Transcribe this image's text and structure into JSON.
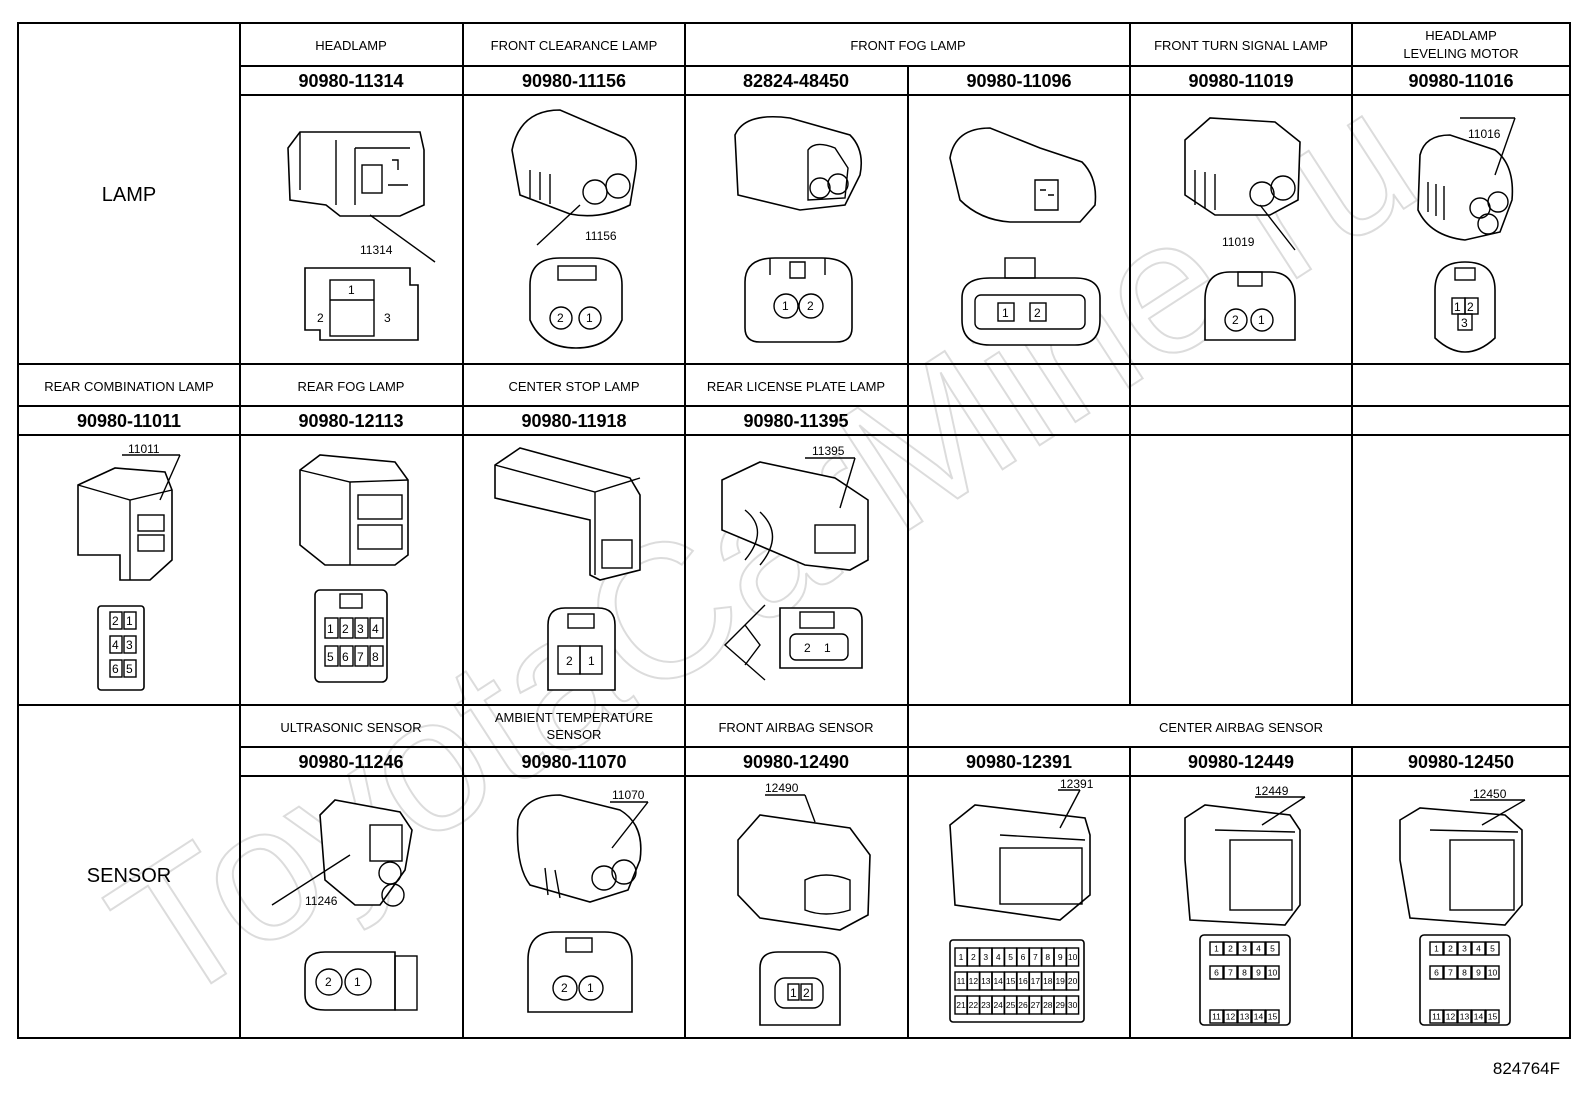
{
  "watermark": "ToyotaCarMine.ru",
  "reference_code": "824764F",
  "sections": {
    "lamp": "LAMP",
    "sensor": "SENSOR"
  },
  "row1": {
    "headers": [
      "HEADLAMP",
      "FRONT CLEARANCE LAMP",
      "FRONT FOG LAMP",
      "FRONT TURN SIGNAL LAMP",
      "HEADLAMP",
      "LEVELING MOTOR"
    ],
    "parts": [
      "90980-11314",
      "90980-11156",
      "82824-48450",
      "90980-11096",
      "90980-11019",
      "90980-11016"
    ],
    "callouts": [
      "11314",
      "11156",
      "11019",
      "11016"
    ]
  },
  "row2": {
    "headers": [
      "REAR COMBINATION LAMP",
      "REAR FOG LAMP",
      "CENTER STOP LAMP",
      "REAR LICENSE PLATE LAMP"
    ],
    "parts": [
      "90980-11011",
      "90980-12113",
      "90980-11918",
      "90980-11395"
    ],
    "callouts": [
      "11011",
      "11395"
    ]
  },
  "row3": {
    "headers": [
      "ULTRASONIC SENSOR",
      "AMBIENT TEMPERATURE",
      "SENSOR",
      "FRONT AIRBAG SENSOR",
      "CENTER AIRBAG SENSOR"
    ],
    "parts": [
      "90980-11246",
      "90980-11070",
      "90980-12490",
      "90980-12391",
      "90980-12449",
      "90980-12450"
    ],
    "callouts": [
      "11246",
      "11070",
      "12490",
      "12391",
      "12449",
      "12450"
    ]
  },
  "pins": [
    "1",
    "2",
    "3",
    "4",
    "5",
    "6",
    "7",
    "8",
    "9",
    "10",
    "11",
    "12",
    "13",
    "14",
    "15",
    "16",
    "17",
    "18",
    "19",
    "20",
    "21",
    "22",
    "23",
    "24",
    "25",
    "26",
    "27",
    "28",
    "29",
    "30"
  ]
}
